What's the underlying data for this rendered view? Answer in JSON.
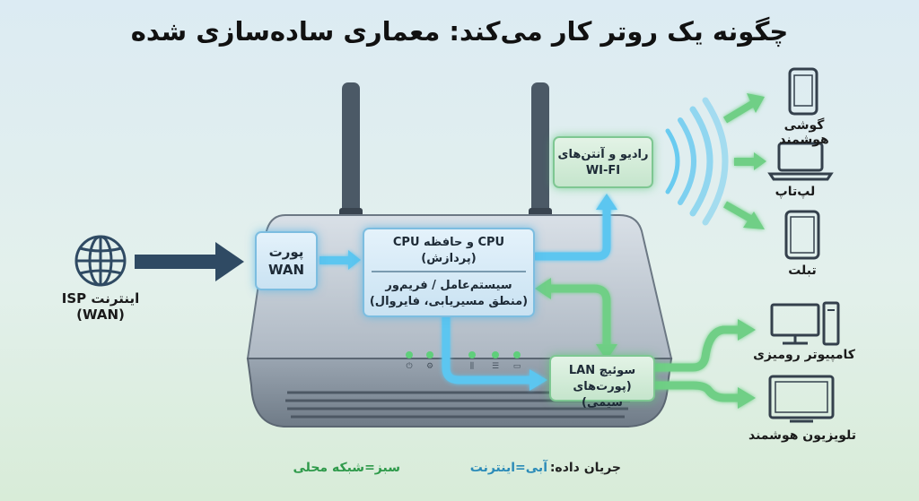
{
  "title": "چگونه یک روتر کار می‌کند: معماری ساده‌سازی شده",
  "nodes": {
    "isp": {
      "line1": "اینترنت ISP",
      "line2": "(WAN)"
    },
    "wan_port": {
      "line1": "پورت",
      "line2": "WAN"
    },
    "cpu": {
      "line1": "CPU و حافظه CPU",
      "line2": "(پردازش)"
    },
    "os": {
      "line1": "سیستم‌عامل / فریم‌ور",
      "line2": "(منطق مسیریابی، فایروال)"
    },
    "radio": {
      "line1": "رادیو و آنتن‌های",
      "line2": "WI-FI"
    },
    "lan": {
      "line1": "سوئیچ LAN",
      "line2": "(پورت‌های سیمی)"
    }
  },
  "devices": {
    "phone": "گوشی هوشمند",
    "laptop": "لپ‌تاپ",
    "tablet": "تبلت",
    "desktop": "کامپیوتر رومیزی",
    "tv": "تلویزیون هوشمند"
  },
  "legend": {
    "prefix": "جریان داده:",
    "blue": "آبی=اینترنت",
    "green": "سبز=شبکه محلی"
  },
  "colors": {
    "blue_flow": "#5cc6f0",
    "green_flow": "#6fcf86",
    "router_body": "#c9d1da",
    "accent_dark": "#2f4a63"
  }
}
